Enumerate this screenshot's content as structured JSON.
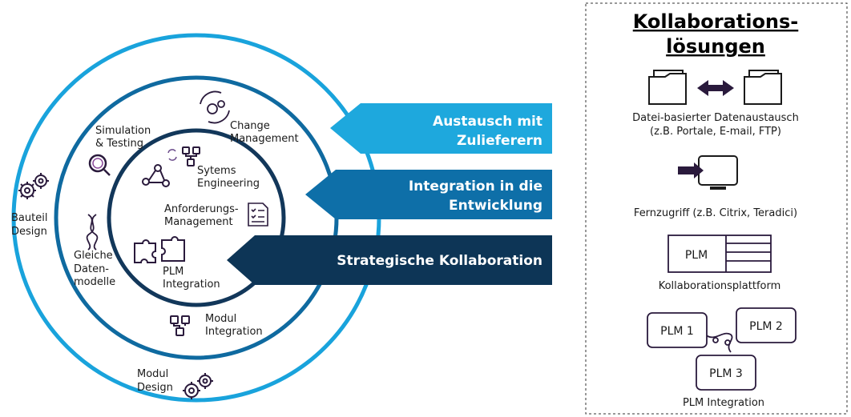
{
  "colors": {
    "outer_ring": "#19a3dc",
    "middle_ring": "#0f6aa0",
    "inner_ring": "#12375a",
    "arrow_1": "#1ea8dd",
    "arrow_2": "#0e6fa8",
    "arrow_3": "#0d3556",
    "icon_purple": "#2a1a3c"
  },
  "rings": {
    "outer": {
      "label_lines": [
        "Bauteil",
        "Design"
      ],
      "label2_lines": [
        "Modul",
        "Design"
      ]
    },
    "middle": {
      "simulation_lines": [
        "Simulation",
        "& Testing"
      ],
      "change_lines": [
        "Change",
        "Management"
      ],
      "gleiche_lines": [
        "Gleiche",
        "Daten-",
        "modelle"
      ],
      "modul_integration_lines": [
        "Modul",
        "Integration"
      ]
    },
    "inner": {
      "systems_lines": [
        "Sytems",
        "Engineering"
      ],
      "anforderungen_lines": [
        "Anforderungs-",
        "Management"
      ],
      "plm_lines": [
        "PLM",
        "Integration"
      ]
    }
  },
  "arrows": [
    {
      "lines": [
        "Austausch mit",
        "Zulieferern"
      ]
    },
    {
      "lines": [
        "Integration in die",
        "Entwicklung"
      ]
    },
    {
      "lines": [
        "Strategische Kollaboration"
      ]
    }
  ],
  "panel": {
    "title_lines": [
      "Kollaborations-",
      "lösungen"
    ],
    "items": [
      {
        "caption_lines": [
          "Datei-basierter Datenaustausch",
          "(z.B. Portale, E-mail, FTP)"
        ]
      },
      {
        "caption_lines": [
          "Fernzugriff (z.B. Citrix, Teradici)"
        ]
      },
      {
        "caption_lines": [
          "Kollaborationsplattform"
        ],
        "box_label": "PLM"
      },
      {
        "caption_lines": [
          "PLM Integration"
        ],
        "boxes": [
          "PLM 1",
          "PLM 2",
          "PLM 3"
        ]
      }
    ]
  }
}
